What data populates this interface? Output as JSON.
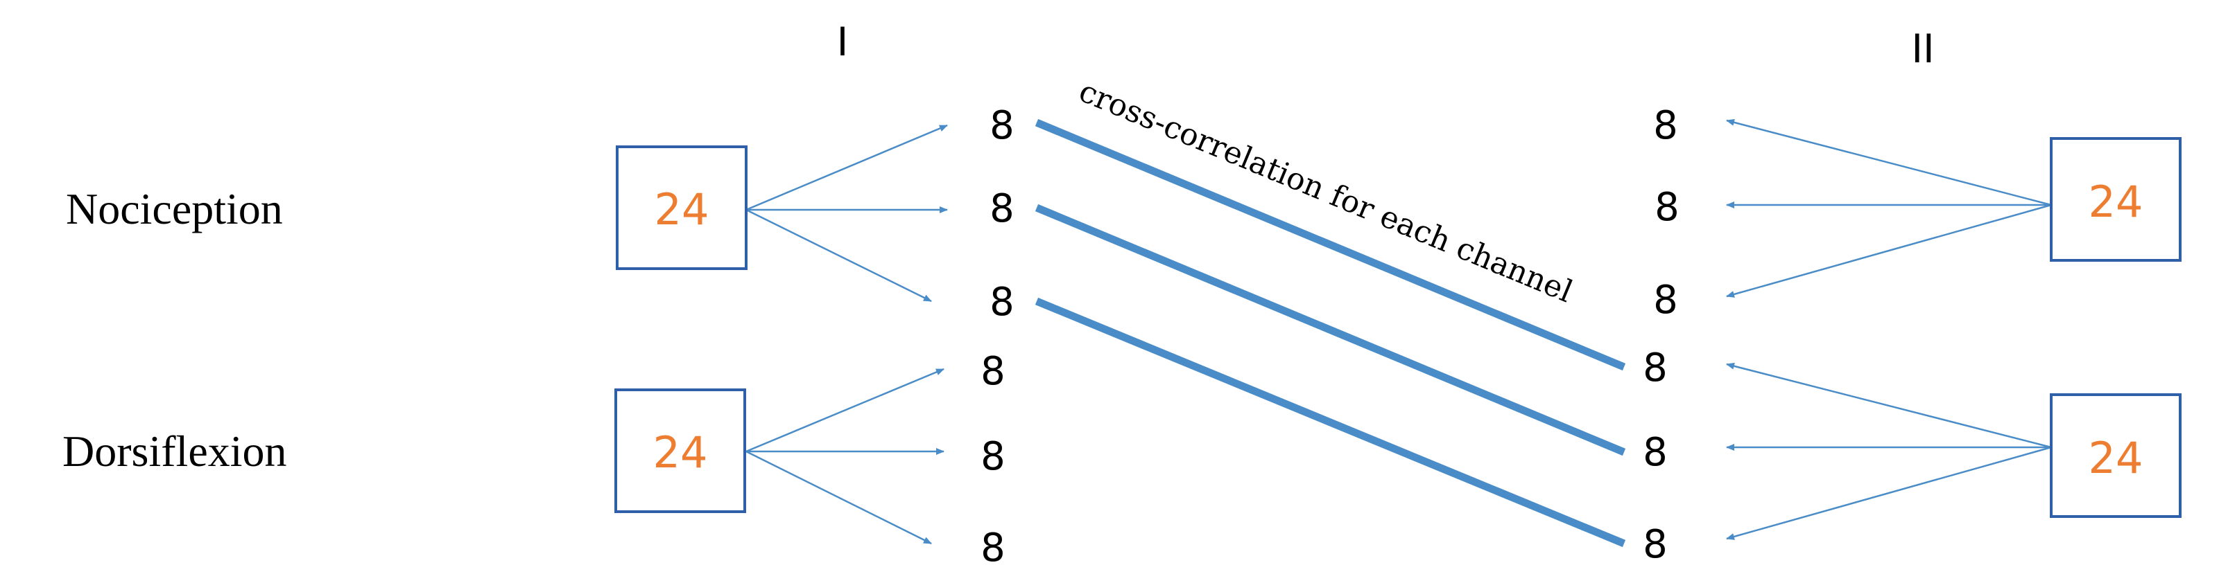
{
  "columns": [
    "I",
    "II"
  ],
  "rows": [
    "Nociception",
    "Dorsiflexion"
  ],
  "box_value": "24",
  "channel_value": "8",
  "annotation": "cross-correlation for each channel",
  "colors": {
    "box_border": "#2e5fa8",
    "box_text": "#ed7d31",
    "arrow": "#4a8cc7",
    "link": "#4a8cc7",
    "text": "#000000"
  },
  "diagram": {
    "groups": [
      {
        "row": "Nociception",
        "column": "I",
        "box": "24",
        "channels": [
          "8",
          "8",
          "8"
        ]
      },
      {
        "row": "Dorsiflexion",
        "column": "I",
        "box": "24",
        "channels": [
          "8",
          "8",
          "8"
        ]
      },
      {
        "row": "Nociception",
        "column": "II",
        "box": "24",
        "channels": [
          "8",
          "8",
          "8"
        ]
      },
      {
        "row": "Dorsiflexion",
        "column": "II",
        "box": "24",
        "channels": [
          "8",
          "8",
          "8"
        ]
      }
    ],
    "cross_links": [
      {
        "from": "I / Nociception / channel 1",
        "to": "II / Dorsiflexion / channel 1"
      },
      {
        "from": "I / Nociception / channel 2",
        "to": "II / Dorsiflexion / channel 2"
      },
      {
        "from": "I / Nociception / channel 3",
        "to": "II / Dorsiflexion / channel 3"
      }
    ]
  }
}
